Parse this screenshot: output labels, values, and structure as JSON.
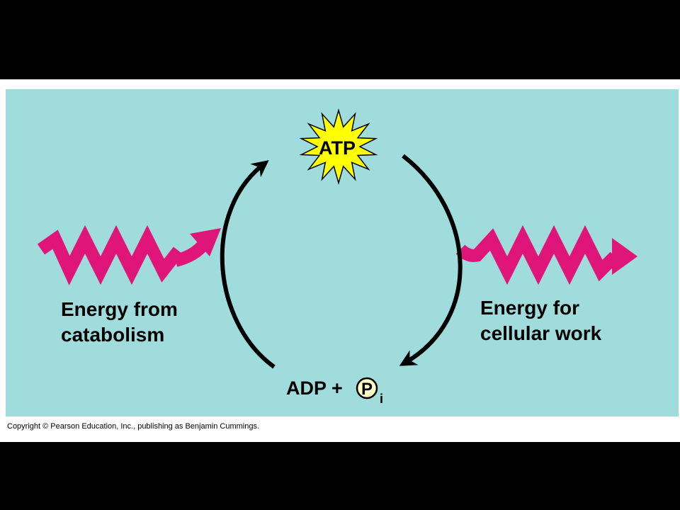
{
  "diagram": {
    "center_label": "ATP",
    "bottom_label": {
      "adp": "ADP +",
      "phosphate": "P",
      "subscript": "i"
    },
    "left_label": [
      "Energy from",
      "catabolism"
    ],
    "right_label": [
      "Energy for",
      "cellular work"
    ]
  },
  "copyright": "Copyright © Pearson Education, Inc., publishing as Benjamin Cummings.",
  "colors": {
    "background": "#000000",
    "panel": "#ffffff",
    "figure_fill": "#a0dcdc",
    "zigzag": "#e0157a",
    "starburst": "#ffff00",
    "cycle_arrow": "#000000"
  }
}
